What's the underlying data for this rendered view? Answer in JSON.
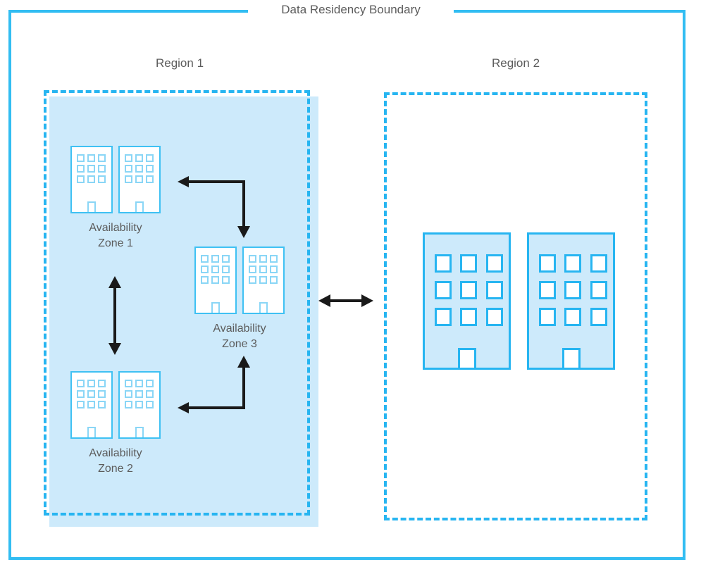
{
  "diagram": {
    "title": "Data Residency Boundary",
    "colors": {
      "boundary_stroke": "#32bdf2",
      "region_dashed_stroke": "#27b5f1",
      "region_fill": "#cdeafb",
      "building_outline": "#3fc1f3",
      "building_window": "#8ad6f6",
      "large_building_outline": "#27b5f1",
      "arrow": "#1a1a1a",
      "text": "#5c5c5c"
    },
    "regions": [
      {
        "id": "region-1",
        "label": "Region 1",
        "filled": true,
        "zones": [
          {
            "id": "zone-1",
            "label_line1": "Availability",
            "label_line2": "Zone 1",
            "building_count": 2
          },
          {
            "id": "zone-3",
            "label_line1": "Availability",
            "label_line2": "Zone 3",
            "building_count": 2
          },
          {
            "id": "zone-2",
            "label_line1": "Availability",
            "label_line2": "Zone 2",
            "building_count": 2
          }
        ]
      },
      {
        "id": "region-2",
        "label": "Region 2",
        "filled": false,
        "zones": [],
        "building_count": 2
      }
    ],
    "connectors": [
      {
        "id": "arrow-zone1-zone3",
        "kind": "elbow-double-arrow",
        "from": "zone-1",
        "to": "zone-3"
      },
      {
        "id": "arrow-zone2-zone3",
        "kind": "elbow-double-arrow",
        "from": "zone-2",
        "to": "zone-3"
      },
      {
        "id": "arrow-zone1-zone2",
        "kind": "vertical-double-arrow",
        "from": "zone-1",
        "to": "zone-2"
      },
      {
        "id": "arrow-region1-region2",
        "kind": "horizontal-double-arrow",
        "from": "region-1",
        "to": "region-2"
      }
    ]
  }
}
